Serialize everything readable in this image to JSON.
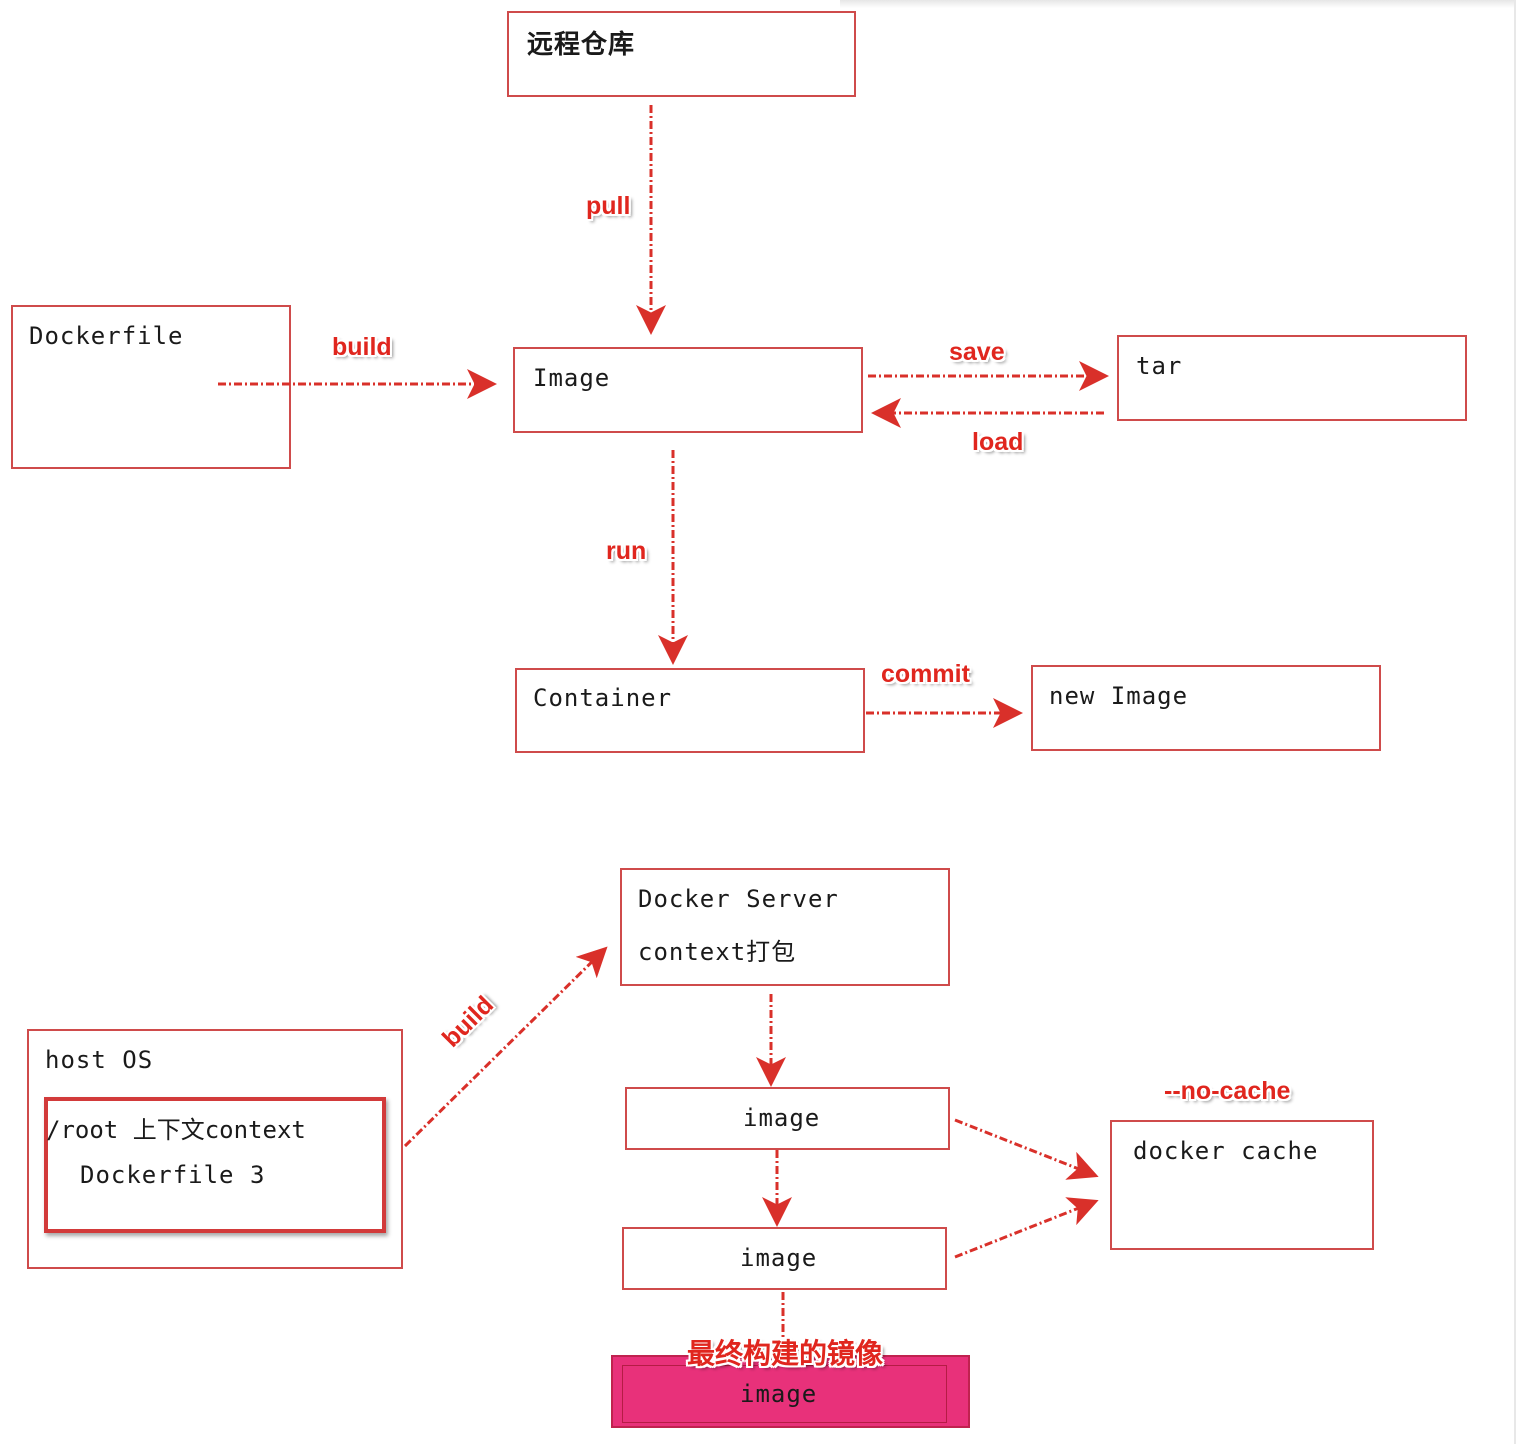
{
  "nodes": {
    "remote_repo": "远程仓库",
    "dockerfile": "Dockerfile",
    "image": "Image",
    "tar": "tar",
    "container": "Container",
    "new_image": "new Image",
    "docker_server_line1": "Docker Server",
    "docker_server_line2": "context打包",
    "host_os": "host OS",
    "context_line1": "/root 上下文context",
    "context_line2": "Dockerfile 3",
    "layer_image_1": "image",
    "layer_image_2": "image",
    "docker_cache": "docker cache",
    "final_image": "image"
  },
  "edges": {
    "pull": "pull",
    "build": "build",
    "save": "save",
    "load": "load",
    "run": "run",
    "commit": "commit",
    "build_context": "build",
    "no_cache": "--no-cache",
    "final_note": "最终构建的镜像"
  },
  "colors": {
    "box_border": "#cf4b4b",
    "arrow": "#d9302a",
    "label": "#e0261e",
    "final_fill": "#e8317a"
  }
}
